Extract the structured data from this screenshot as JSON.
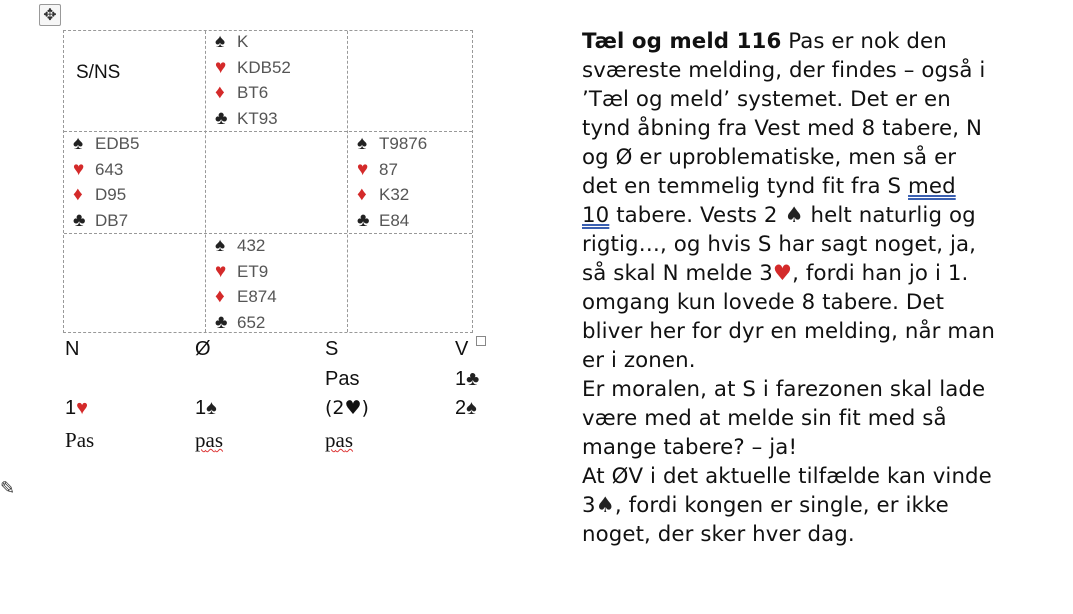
{
  "diagram": {
    "dealer_vulnerability": "S/NS",
    "north": {
      "spades": "K",
      "hearts": "KDB52",
      "diamonds": "BT6",
      "clubs": "KT93"
    },
    "west": {
      "spades": "EDB5",
      "hearts": "643",
      "diamonds": "D95",
      "clubs": "DB7"
    },
    "east": {
      "spades": "T9876",
      "hearts": "87",
      "diamonds": "K32",
      "clubs": "E84"
    },
    "south": {
      "spades": "432",
      "hearts": "ET9",
      "diamonds": "E874",
      "clubs": "652"
    }
  },
  "suits": {
    "spades": "♠",
    "hearts": "♥",
    "diamonds": "♦",
    "clubs": "♣"
  },
  "colors": {
    "black_suit": "#222222",
    "red_suit": "#d42a2a",
    "hand_text": "#555555"
  },
  "auction": {
    "headers": [
      "N",
      "Ø",
      "S",
      "V"
    ],
    "rows": [
      [
        "",
        "",
        "Pas",
        "1♣"
      ],
      [
        "1♥",
        "1♠",
        "(2♥)",
        "2♠"
      ],
      [
        "Pas",
        "pas",
        "pas",
        ""
      ]
    ]
  },
  "article": {
    "title": "Tæl og meld 116",
    "first_line_rest": " Pas er nok den",
    "lines": [
      "sværeste melding, der findes – også i",
      "’Tæl og meld’ systemet. Det er en",
      "tynd åbning fra Vest med 8 tabere, N",
      "og Ø er uproblematiske, men så er",
      "det en temmelig tynd fit fra S med ",
      "10 tabere. Vests 2 ♠ helt naturlig og",
      "rigtig…, og hvis S har sagt noget, ja,",
      "så skal N melde 3♥, fordi han jo i 1.",
      "omgang kun lovede 8 tabere. Det",
      "bliver her for dyr en melding, når man",
      "er i zonen.",
      "Er moralen, at S i farezonen skal lade",
      "være med at melde sin fit med så",
      "mange tabere?  – ja!",
      "At ØV i det aktuelle tilfælde kan vinde",
      "3♠, fordi kongen er single, er ikke",
      "noget, der sker hver dag."
    ]
  }
}
